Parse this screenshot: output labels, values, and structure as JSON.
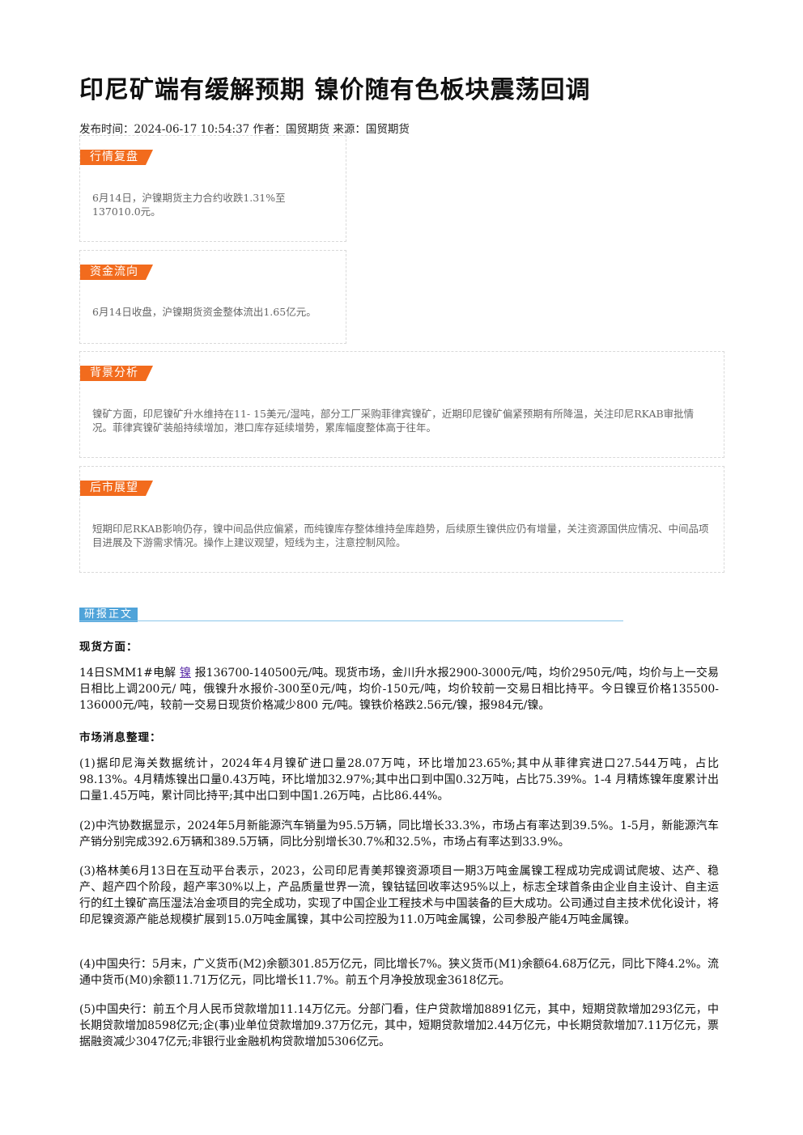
{
  "header": {
    "title": "印尼矿端有缓解预期 镍价随有色板块震荡回调",
    "meta": "发布时间：2024-06-17 10:54:37 作者：国贸期货 来源：国贸期货"
  },
  "boxes": {
    "market_review": {
      "label": "行情复盘",
      "text": "6月14日，沪镍期货主力合约收跌1.31%至137010.0元。"
    },
    "fund_flow": {
      "label": "资金流向",
      "text": "6月14日收盘，沪镍期货资金整体流出1.65亿元。"
    },
    "background": {
      "label": "背景分析",
      "text": "镍矿方面，印尼镍矿升水维持在11- 15美元/湿吨，部分工厂采购菲律宾镍矿，近期印尼镍矿偏紧预期有所降温，关注印尼RKAB审批情况。菲律宾镍矿装船持续增加，港口库存延续增势，累库幅度整体高于往年。"
    },
    "outlook": {
      "label": "后市展望",
      "text": "短期印尼RKAB影响仍存，镍中间品供应偏紧，而纯镍库存整体维持垒库趋势，后续原生镍供应仍有增量，关注资源国供应情况、中间品项目进展及下游需求情况。操作上建议观望，短线为主，注意控制风险。"
    }
  },
  "report": {
    "label": "研报正文",
    "spot_heading": "现货方面：",
    "spot_text_before": "14日SMM1#电解 ",
    "spot_link": "镍",
    "spot_text_after": " 报136700-140500元/吨。现货市场，金川升水报2900-3000元/吨，均价2950元/吨，均价与上一交易日相比上调200元/ 吨，俄镍升水报价-300至0元/吨，均价-150元/吨，均价较前一交易日相比持平。今日镍豆价格135500-136000元/吨，较前一交易日现货价格减少800 元/吨。镍铁价格跌2.56元/镍，报984元/镍。",
    "news_heading": "市场消息整理：",
    "news": [
      "(1)据印尼海关数据统计，2024年4月镍矿进口量28.07万吨，环比增加23.65%;其中从菲律宾进口27.544万吨，占比98.13%。4月精炼镍出口量0.43万吨，环比增加32.97%;其中出口到中国0.32万吨，占比75.39%。1-4 月精炼镍年度累计出口量1.45万吨，累计同比持平;其中出口到中国1.26万吨，占比86.44%。",
      "(2)中汽协数据显示，2024年5月新能源汽车销量为95.5万辆，同比增长33.3%，市场占有率达到39.5%。1-5月，新能源汽车产销分别完成392.6万辆和389.5万辆，同比分别增长30.7%和32.5%，市场占有率达到33.9%。",
      "(3)格林美6月13日在互动平台表示，2023，公司印尼青美邦镍资源项目一期3万吨金属镍工程成功完成调试爬坡、达产、稳产、超产四个阶段，超产率30%以上，产品质量世界一流，镍钴锰回收率达95%以上，标志全球首条由企业自主设计、自主运行的红土镍矿高压湿法冶金项目的完全成功，实现了中国企业工程技术与中国装备的巨大成功。公司通过自主技术优化设计，将印尼镍资源产能总规模扩展到15.0万吨金属镍，其中公司控股为11.0万吨金属镍，公司参股产能4万吨金属镍。",
      "(4)中国央行：5月末，广义货币(M2)余额301.85万亿元，同比增长7%。狭义货币(M1)余额64.68万亿元，同比下降4.2%。流通中货币(M0)余额11.71万亿元，同比增长11.7%。前五个月净投放现金3618亿元。",
      "(5)中国央行：前五个月人民币贷款增加11.14万亿元。分部门看，住户贷款增加8891亿元，其中，短期贷款增加293亿元，中长期贷款增加8598亿元;企(事)业单位贷款增加9.37万亿元，其中，短期贷款增加2.44万亿元，中长期贷款增加7.11万亿元，票据融资减少3047亿元;非银行业金融机构贷款增加5306亿元。"
    ]
  }
}
